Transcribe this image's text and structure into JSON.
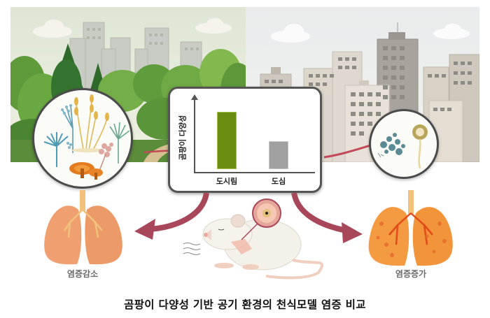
{
  "figure": {
    "caption": "곰팡이 다양성 기반 공기 환경의 천식모델 염증 비교",
    "panels": {
      "left_scene": "urban-forest",
      "right_scene": "city-center"
    },
    "outcomes": {
      "left_label": "염증감소",
      "right_label": "염증증가"
    },
    "colors": {
      "forest_bar": "#6b8e12",
      "city_bar": "#a0a0a0",
      "arrow": "#a8475a",
      "lung_healthy": "#f0a070",
      "lung_inflamed": "#f49a40"
    }
  },
  "chart_data": {
    "type": "bar",
    "title": "",
    "xlabel": "",
    "ylabel": "곰팡이 다양성",
    "categories": [
      "도시림",
      "도심"
    ],
    "values": [
      2.05,
      1.0
    ],
    "value_note": "relative heights (no numeric ticks shown); 도시림 ≈ 2× 도심",
    "colors": [
      "#6b8e12",
      "#a0a0a0"
    ],
    "grid": false,
    "legend": null
  }
}
